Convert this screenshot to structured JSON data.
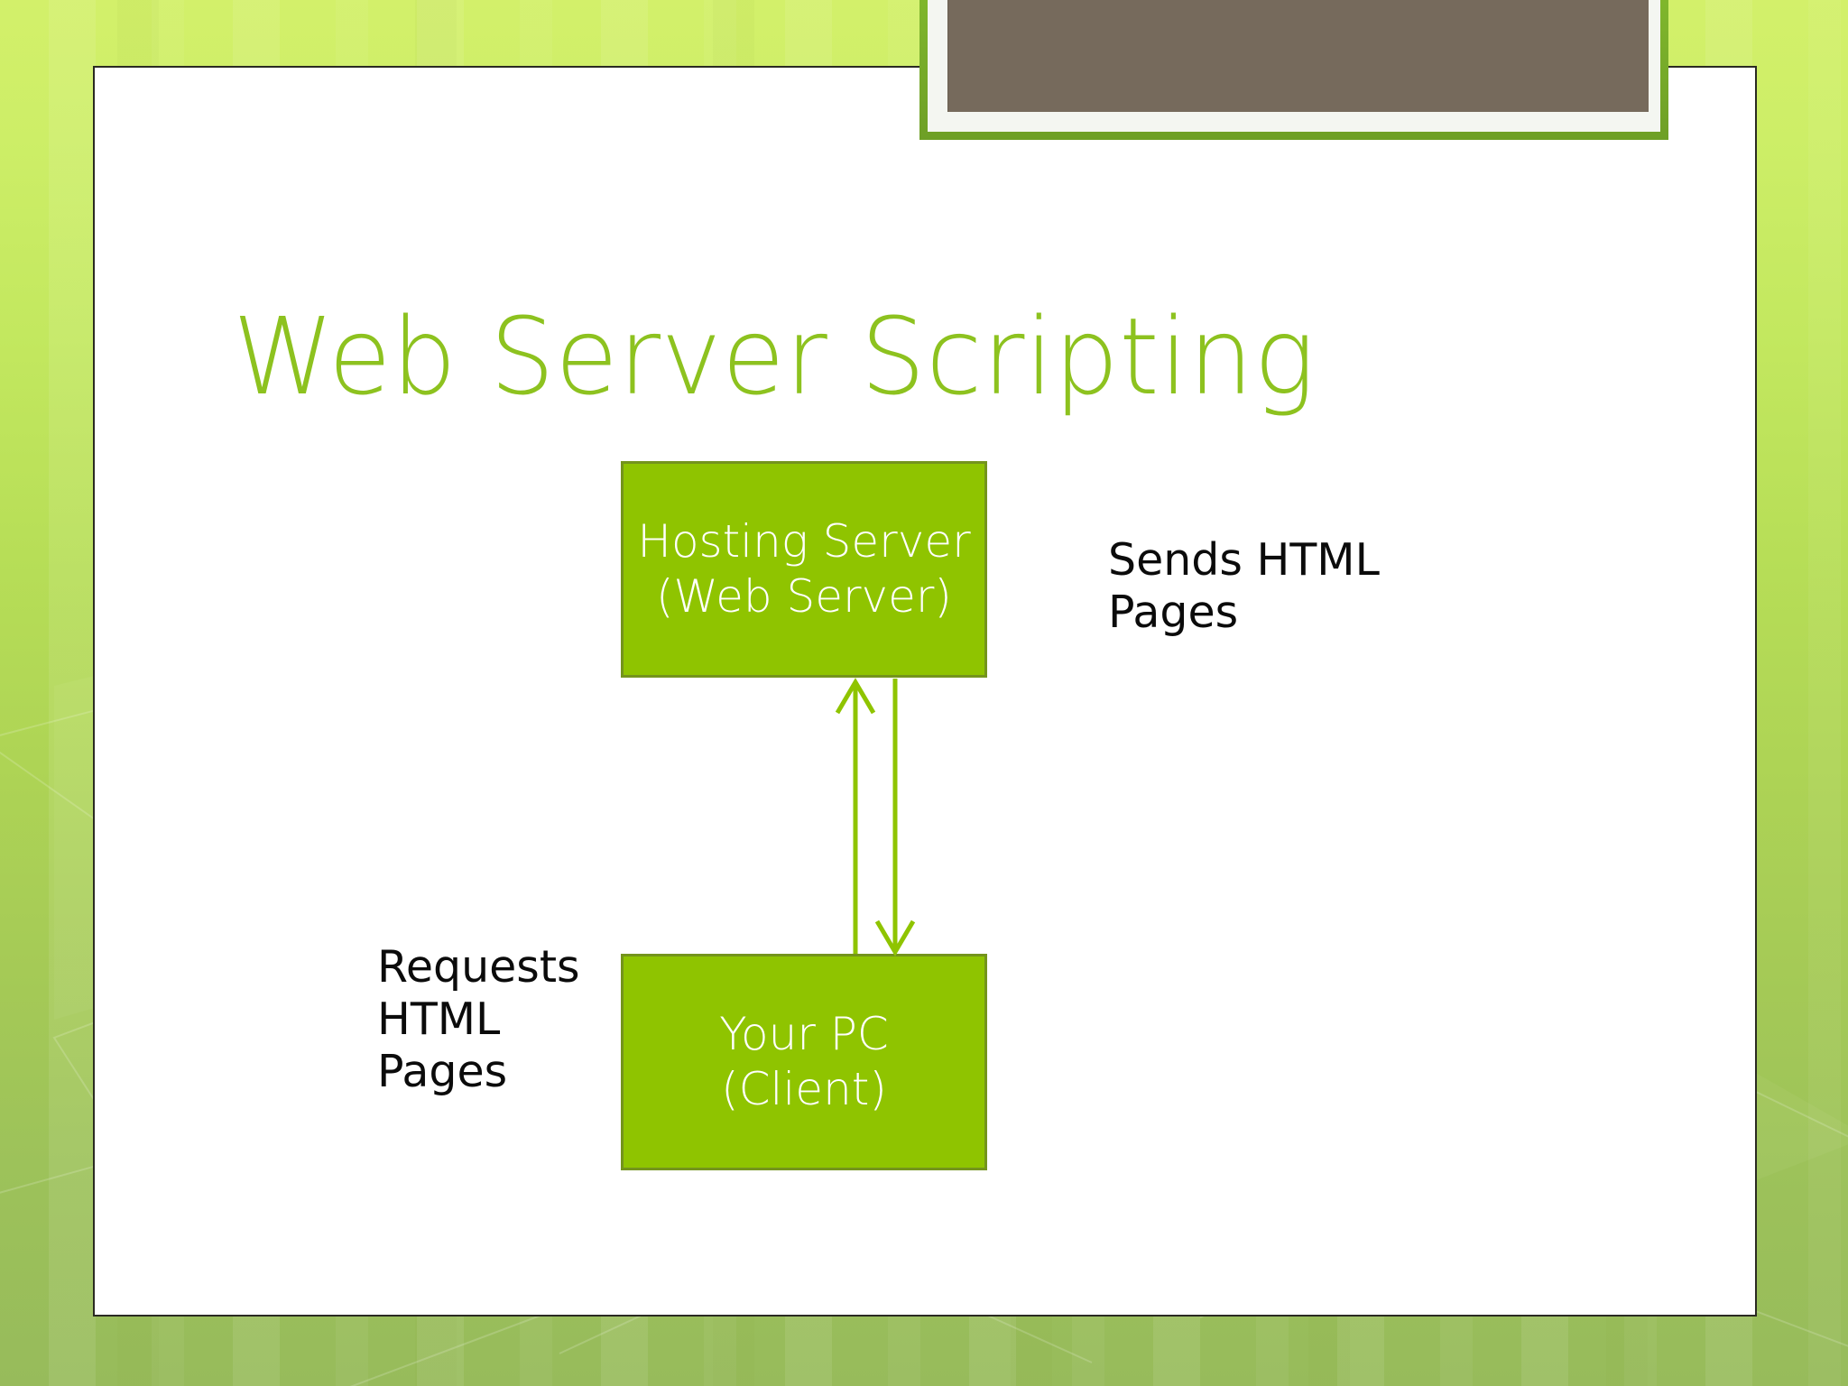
{
  "slide": {
    "title": "Web Server Scripting",
    "title_color": "#8DC21F",
    "background_color_top": "#D3F06A",
    "background_color_bottom": "#97BB5B",
    "panel_background": "#FFFFFF",
    "panel_border_color": "#2A2A22"
  },
  "picture": {
    "frame_color": "#7AB52B",
    "mat_color": "#F4F6F1",
    "image_color": "#766A5C",
    "alt": "decorative-photo-placeholder"
  },
  "diagram": {
    "type": "flow",
    "node_fill": "#8FC400",
    "node_border": "#74941C",
    "node_text_color": "#FFFFFF",
    "arrow_color": "#8FC400",
    "nodes": [
      {
        "id": "hosting-server",
        "lines": [
          "Hosting Server",
          "(Web Server)"
        ]
      },
      {
        "id": "your-pc",
        "lines": [
          "Your PC",
          "(Client)"
        ]
      }
    ],
    "edges": [
      {
        "id": "request-edge",
        "direction": "up",
        "from": "your-pc",
        "to": "hosting-server",
        "label_lines": [
          "Requests",
          "HTML",
          "Pages"
        ],
        "label_side": "left"
      },
      {
        "id": "response-edge",
        "direction": "down",
        "from": "hosting-server",
        "to": "your-pc",
        "label_lines": [
          "Sends HTML",
          "Pages"
        ],
        "label_side": "right"
      }
    ]
  }
}
